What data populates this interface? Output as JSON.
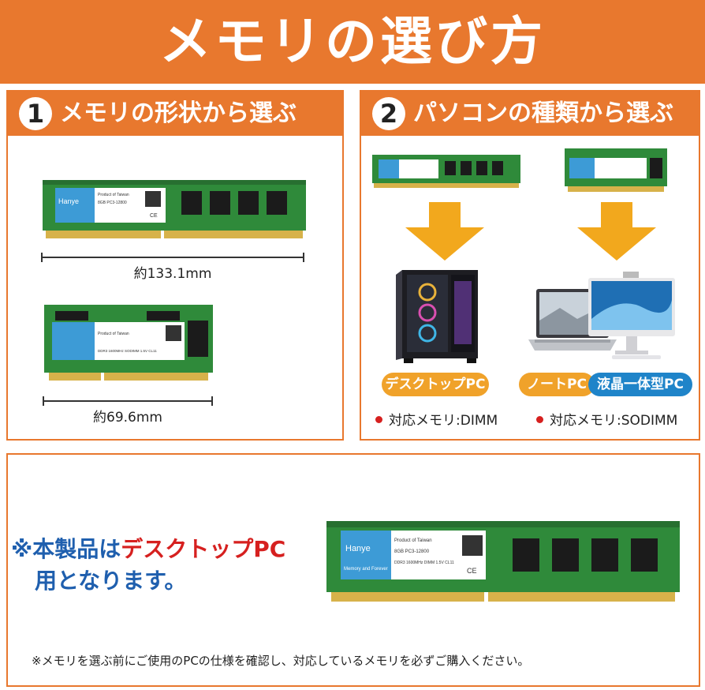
{
  "banner": {
    "title": "メモリの選び方"
  },
  "section1": {
    "number": "1",
    "title": "メモリの形状から選ぶ",
    "dimm_length": "約133.1mm",
    "sodimm_length": "約69.6mm"
  },
  "section2": {
    "number": "2",
    "title": "パソコンの種類から選ぶ",
    "desktop_label": "デスクトップPC",
    "laptop_label": "ノートPC",
    "aio_label": "液晶一体型PC",
    "desktop_req": "対応メモリ:DIMM",
    "laptop_req": "対応メモリ:SODIMM"
  },
  "module_label": {
    "brand": "Hanye",
    "sub": "Memory and Forever",
    "line1": "Product of Taiwan",
    "line2_dimm": "8GB PC3-12800",
    "line3_dimm": "DDR3 1600MHz DIMM 1.5V CL11",
    "line3_sodimm": "DDR3 1600MHz SODIMM 1.5V CL11",
    "ce": "CE"
  },
  "note": {
    "prefix": "※本製品は",
    "highlight": "デスクトップPC",
    "suffix": "用となります。",
    "footer": "※メモリを選ぶ前にご使用のPCの仕様を確認し、対応しているメモリを必ずご購入ください。"
  },
  "colors": {
    "orange": "#e8782e",
    "pill_orange": "#f0a22a",
    "pill_blue": "#1f84c9",
    "pcb_green": "#2f8a3a",
    "chip_black": "#1b1b1b",
    "gold": "#d7b24a",
    "arrow_yellow": "#f2a81d",
    "note_blue": "#1f5fae",
    "note_red": "#d6201f"
  }
}
